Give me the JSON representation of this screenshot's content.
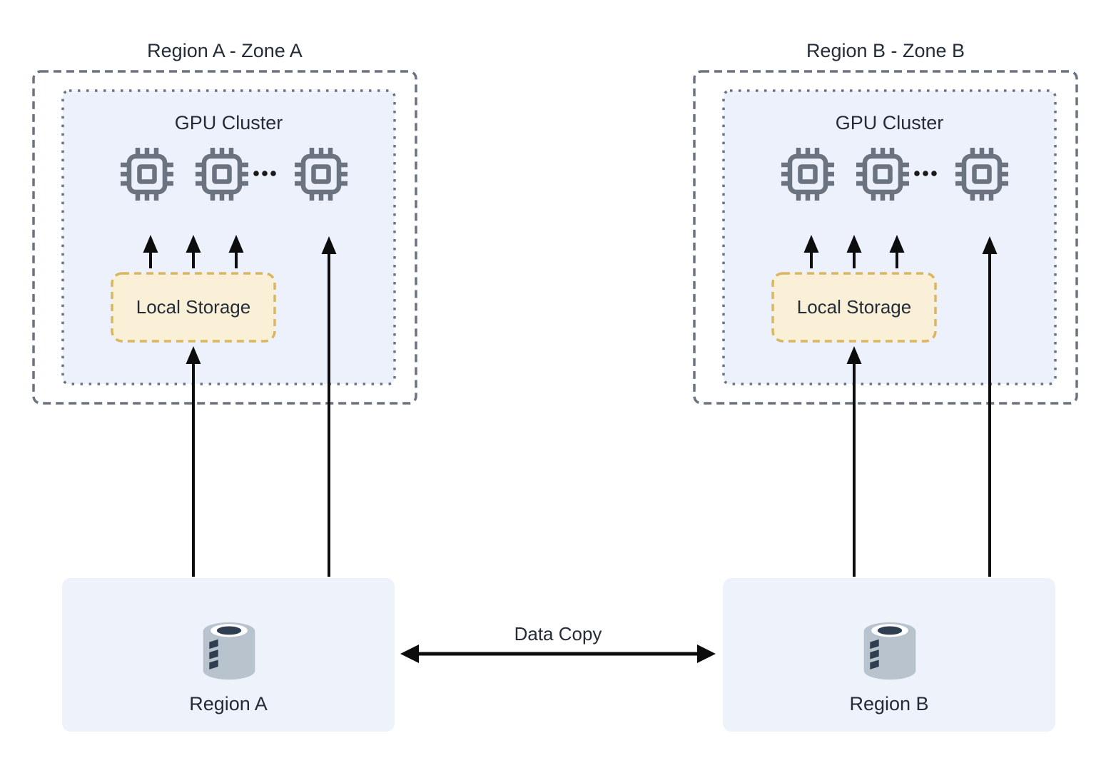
{
  "diagram": {
    "type": "cross-region data copy architecture",
    "connection": {
      "label": "Data Copy"
    }
  },
  "zones": [
    {
      "title": "Region A - Zone A",
      "cluster_label": "GPU Cluster",
      "storage_label": "Local Storage",
      "region_label": "Region A"
    },
    {
      "title": "Region B - Zone B",
      "cluster_label": "GPU Cluster",
      "storage_label": "Local Storage",
      "region_label": "Region B"
    }
  ],
  "icons": {
    "gpu_chip": "processor-chip-outline",
    "ellipsis": "three-dots-more",
    "database": "storage-cylinder",
    "flow_up": "arrow-up",
    "data_copy": "arrow-double-horizontal"
  },
  "colors": {
    "background": "#FFFFFF",
    "zone_border": "#6B7280",
    "cluster_fill": "#EDF1FB",
    "cluster_border": "#6B7280",
    "chip": "#6B7280",
    "storage_fill": "#FAF0D8",
    "storage_border": "#D9B65F",
    "region_fill": "#EDF2FB",
    "arrow": "#0D0D0D",
    "text": "#242C38",
    "db_body": "#B9C3CD",
    "db_dark": "#2F3E50"
  }
}
